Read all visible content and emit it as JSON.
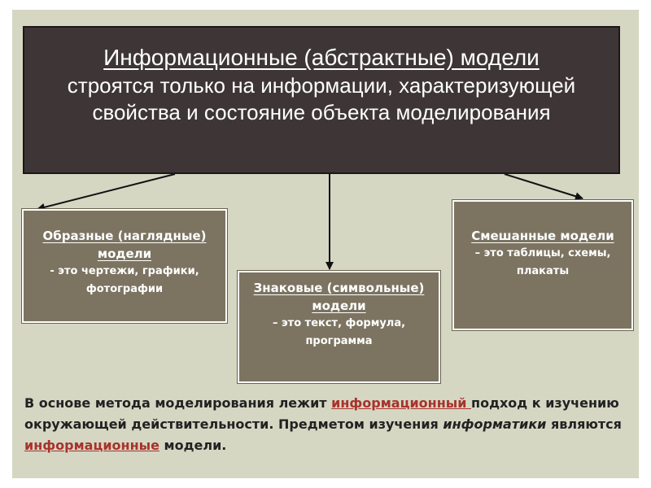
{
  "top": {
    "heading": "Информационные (абстрактные) модели",
    "text": "строятся только на информации, характеризующей свойства и состояние объекта моделирования"
  },
  "boxes": {
    "left": {
      "name": "Образные (наглядные) модели",
      "desc": "- это чертежи, графики, фотографии"
    },
    "middle": {
      "name": "Знаковые (символьные) модели",
      "desc": "– это текст, формула, программа"
    },
    "right": {
      "name": "Смешанные модели",
      "desc": "– это таблицы, схемы, плакаты"
    }
  },
  "footer": {
    "part1": "В основе метода моделирования лежит ",
    "highlight1": "информационный ",
    "part2": "подход к изучению окружающей действительности. Предметом изучения ",
    "italic": "информатики",
    "part3": " являются ",
    "highlight2": "информационные",
    "part4": " модели."
  },
  "colors": {
    "slide_background": "#d5d7c3",
    "title_box": "#3e3636",
    "category_box": "#7c7461",
    "highlight_text": "#a8322c"
  }
}
